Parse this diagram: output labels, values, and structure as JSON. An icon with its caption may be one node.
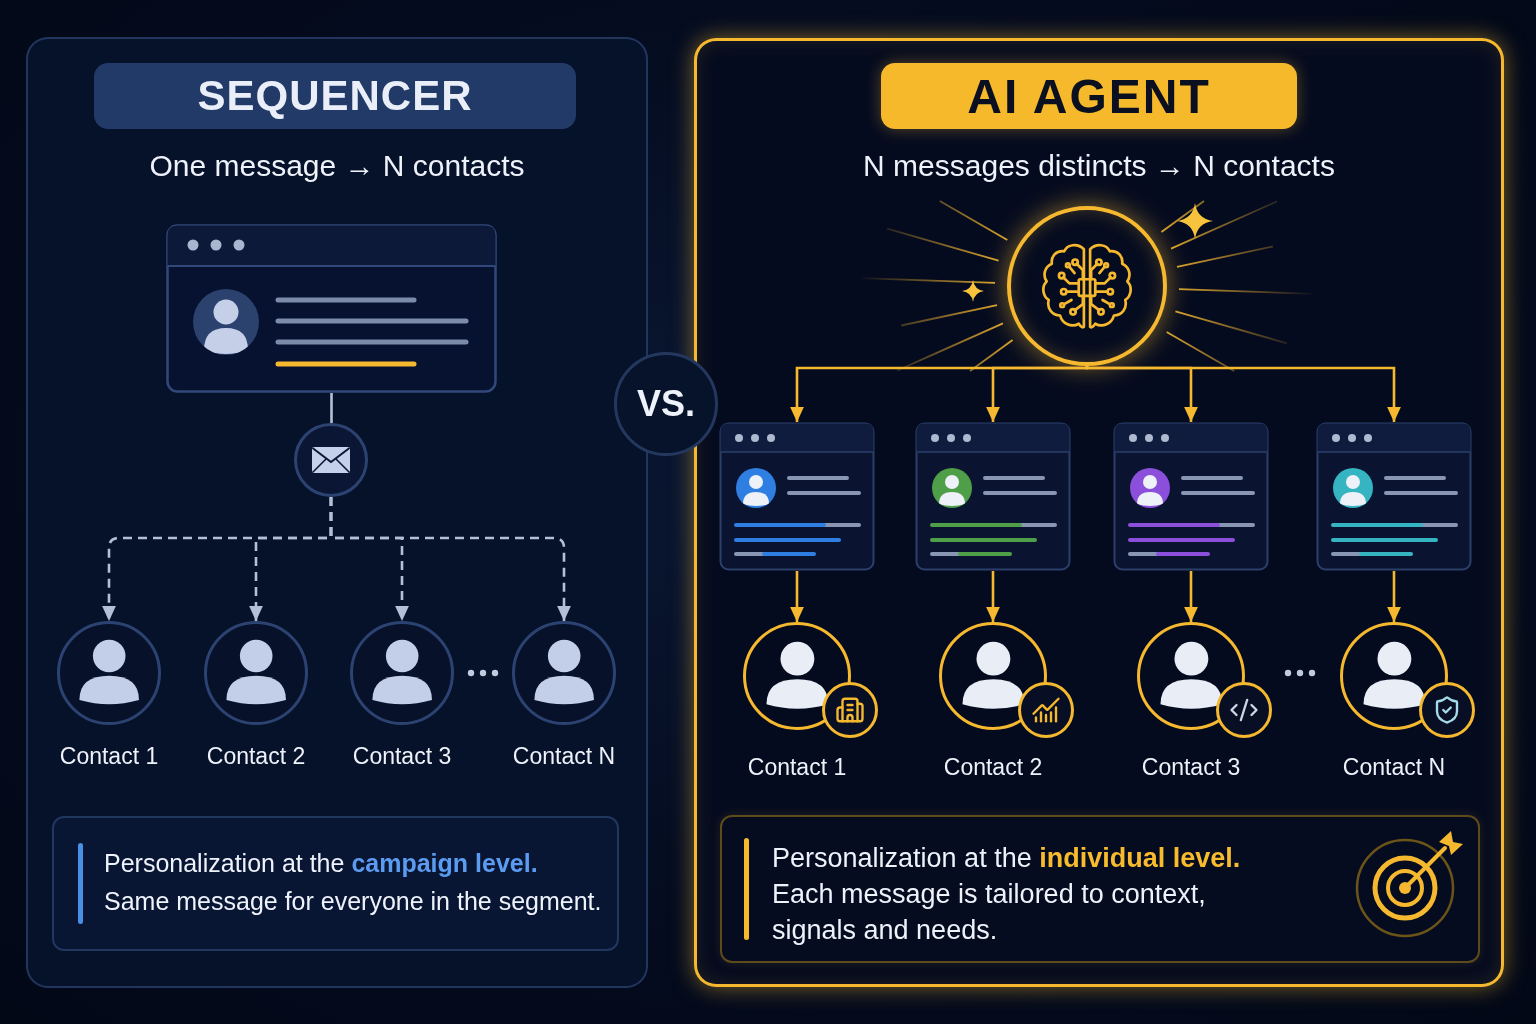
{
  "diagram": {
    "nodes": [
      {
        "text": [
          "One message → N contacts"
        ]
      },
      {
        "text": [
          "SEQUENCER"
        ],
        "in": 0
      },
      {
        "text": [],
        "shape": "box",
        "in": 0
      },
      {
        "text": [],
        "shape": "circle",
        "in": 0
      },
      {
        "text": [
          "Contact 1"
        ],
        "in": 0
      },
      {
        "text": [
          "Contact 2"
        ],
        "in": 0
      },
      {
        "text": [
          "Contact 3"
        ],
        "in": 0
      },
      {
        "text": [
          "Contact N"
        ],
        "in": 0
      },
      {
        "text": [
          "Personalization at the **campaign level.**",
          "Same message for everyone in the segment."
        ],
        "in": 0
      },
      {
        "text": [
          "VS."
        ]
      },
      {
        "text": [
          "N messages distincts → N contacts"
        ]
      },
      {
        "text": [
          "AI AGENT"
        ],
        "in": 10
      },
      {
        "text": [],
        "shape": "circle",
        "in": 10
      },
      {
        "text": [],
        "shape": "box",
        "in": 10
      },
      {
        "text": [],
        "shape": "box",
        "in": 10
      },
      {
        "text": [],
        "shape": "box",
        "in": 10
      },
      {
        "text": [],
        "shape": "box",
        "in": 10
      },
      {
        "text": [
          "Contact 1"
        ],
        "in": 10
      },
      {
        "text": [
          "Contact 2"
        ],
        "in": 10
      },
      {
        "text": [
          "Contact 3"
        ],
        "in": 10
      },
      {
        "text": [
          "Contact N"
        ],
        "in": 10
      },
      {
        "text": [
          "Personalization at the **individual level.**",
          "Each message is tailored to context, signals and needs."
        ],
        "in": 10
      }
    ],
    "edges": [
      {
        "from": 2,
        "to": 3,
        "arrow": "none",
        "color": "#b4c0d8"
      },
      {
        "from": 3,
        "to": 4,
        "arrow": "to",
        "style": "dashed",
        "color": "#b4c0d8"
      },
      {
        "from": 3,
        "to": 5,
        "arrow": "to",
        "style": "dashed",
        "color": "#b4c0d8"
      },
      {
        "from": 3,
        "to": 6,
        "arrow": "to",
        "style": "dashed",
        "color": "#b4c0d8"
      },
      {
        "from": 3,
        "to": 7,
        "arrow": "to",
        "style": "dashed",
        "color": "#b4c0d8"
      },
      {
        "from": 12,
        "to": 13,
        "arrow": "to"
      },
      {
        "from": 12,
        "to": 14,
        "arrow": "to"
      },
      {
        "from": 12,
        "to": 15,
        "arrow": "to"
      },
      {
        "from": 12,
        "to": 16,
        "arrow": "to"
      },
      {
        "from": 13,
        "to": 17,
        "arrow": "to"
      },
      {
        "from": 14,
        "to": 18,
        "arrow": "to"
      },
      {
        "from": 15,
        "to": 19,
        "arrow": "to"
      },
      {
        "from": 16,
        "to": 20,
        "arrow": "to"
      }
    ]
  }
}
